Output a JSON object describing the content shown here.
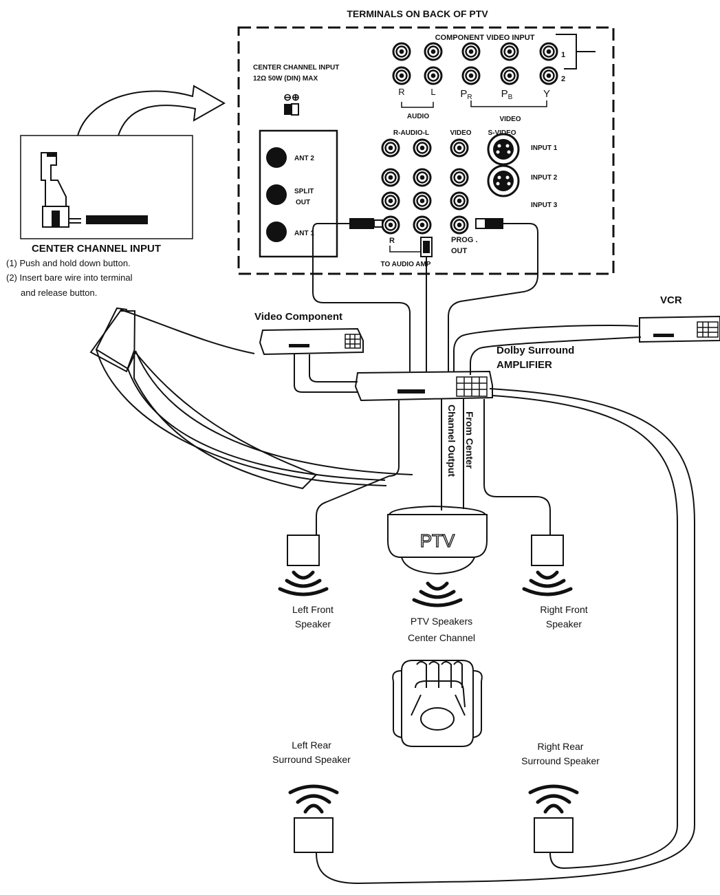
{
  "header": {
    "title": "TERMINALS ON BACK OF PTV"
  },
  "panel": {
    "center_input_line1": "CENTER CHANNEL INPUT",
    "center_input_line2": "12Ω  50W  (DIN) MAX",
    "polarity": "⊖⊕",
    "component_title": "COMPONENT VIDEO INPUT",
    "row1": "1",
    "row2": "2",
    "audio_r": "R",
    "audio_l": "L",
    "audio_label": "AUDIO",
    "pr": "P",
    "pr_sub": "R",
    "pb": "P",
    "pb_sub": "B",
    "y": "Y",
    "video_label": "VIDEO",
    "col_audio": "R-AUDIO-L",
    "col_video": "VIDEO",
    "col_svideo": "S-VIDEO",
    "input1": "INPUT 1",
    "input2": "INPUT 2",
    "input3": "INPUT 3",
    "ant2": "ANT 2",
    "split1": "SPLIT",
    "split2": "OUT",
    "ant1": "ANT 1",
    "out_r": "R",
    "prog1": "PROG .",
    "prog2": "OUT",
    "to_audio_amp": "TO AUDIO AMP"
  },
  "instructions": {
    "title": "CENTER CHANNEL INPUT",
    "step1": "(1) Push and hold down button.",
    "step2a": "(2) Insert bare wire into terminal",
    "step2b": "and release button."
  },
  "components": {
    "video_component": "Video Component",
    "vcr": "VCR",
    "amp1": "Dolby Surround",
    "amp2": "AMPLIFIER",
    "from1": "From Center",
    "from2": "Channel Output",
    "ptv": "PTV"
  },
  "speakers": {
    "lf1": "Left Front",
    "lf2": "Speaker",
    "ptv1": "PTV Speakers",
    "ptv2": "Center Channel",
    "rf1": "Right Front",
    "rf2": "Speaker",
    "lr1": "Left Rear",
    "lr2": "Surround Speaker",
    "rr1": "Right Rear",
    "rr2": "Surround Speaker"
  }
}
